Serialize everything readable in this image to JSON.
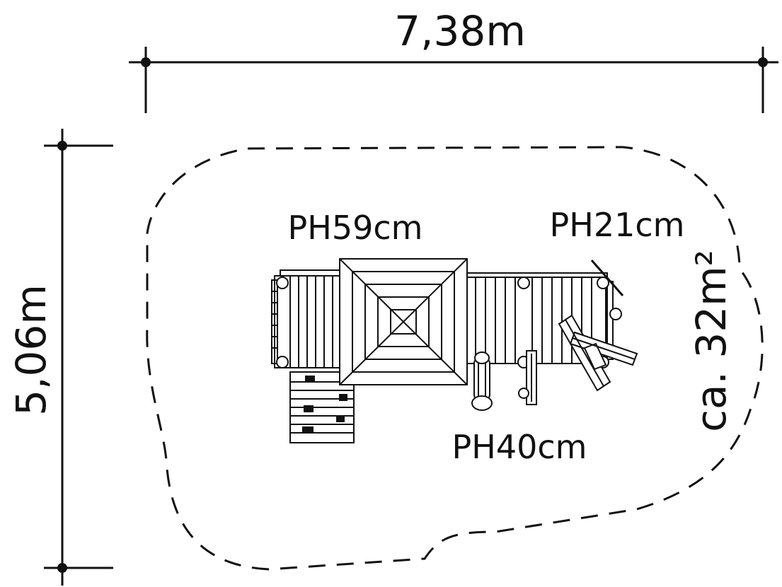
{
  "dimensions": {
    "width_label": "7,38m",
    "depth_label": "5,06m"
  },
  "area_label": "ca. 32m²",
  "platform_heights": {
    "tower": "PH59cm",
    "end_deck": "PH21cm",
    "slide_deck": "PH40cm"
  },
  "colors": {
    "line": "#111111",
    "background": "#ffffff"
  }
}
